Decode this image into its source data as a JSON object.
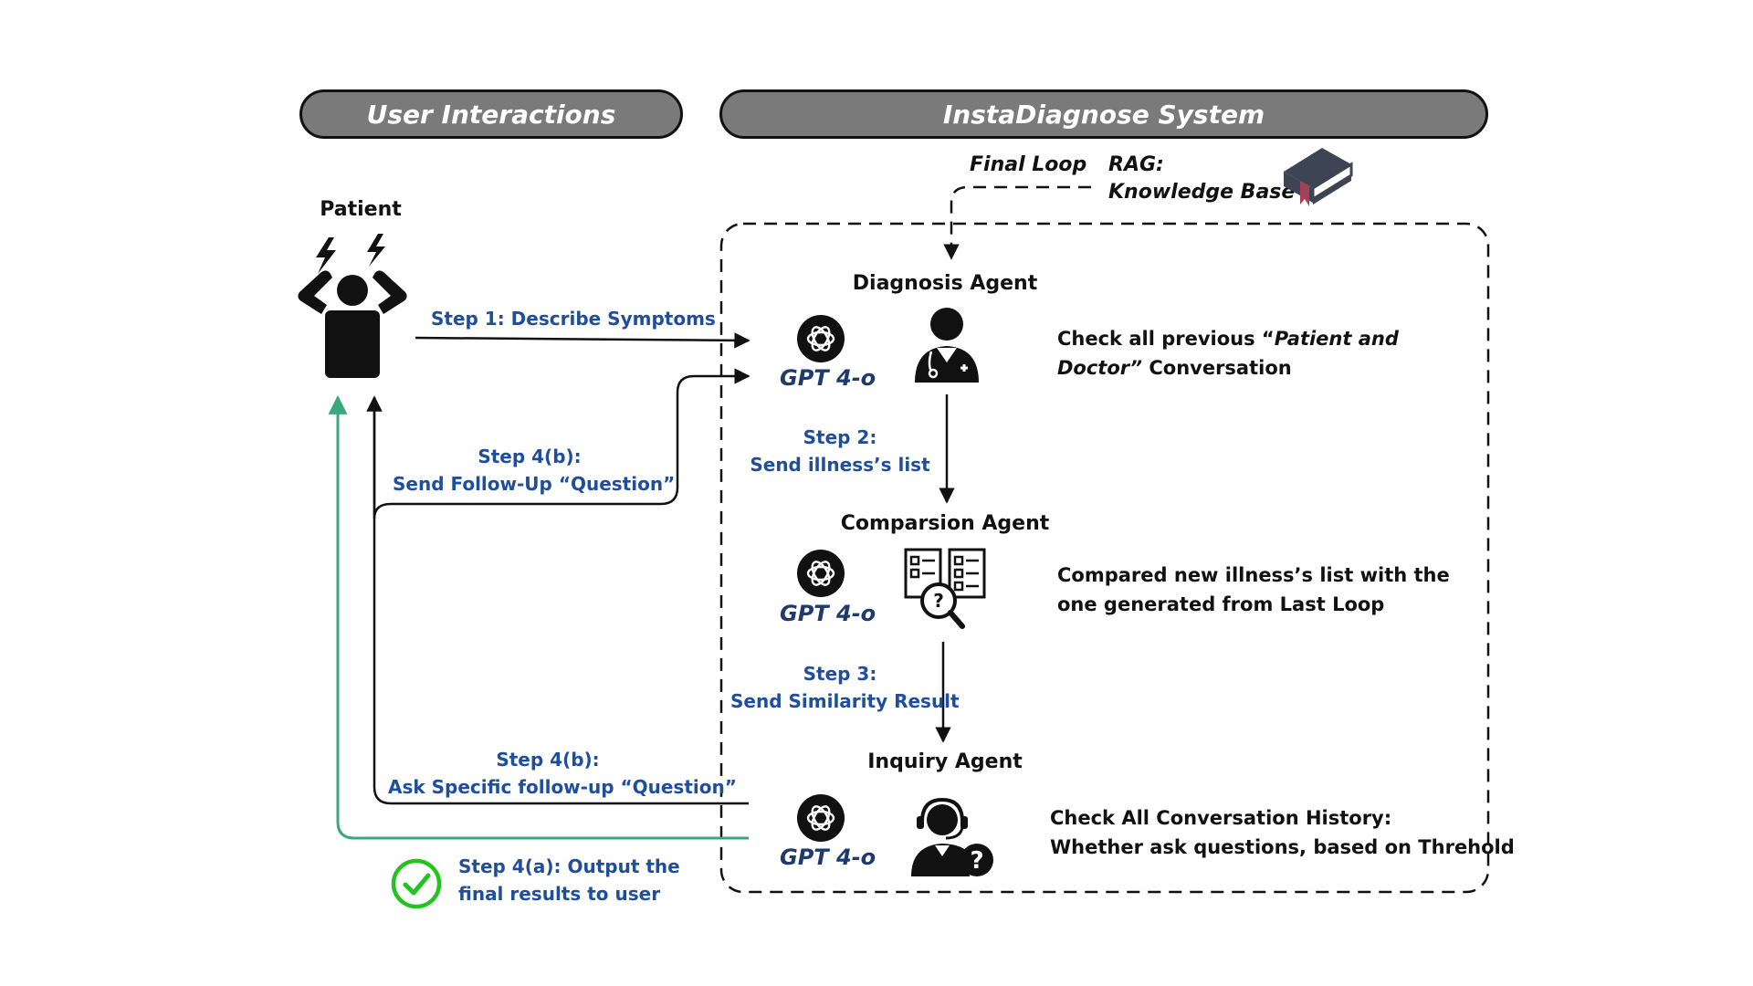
{
  "headers": {
    "user": "User Interactions",
    "system": "InstaDiagnose System"
  },
  "patient": {
    "label": "Patient"
  },
  "rag": {
    "loop": "Final Loop",
    "line1": "RAG:",
    "line2": "Knowledge Base"
  },
  "agents": {
    "diagnosis": {
      "title": "Diagnosis Agent",
      "model": "GPT 4-o",
      "desc_pre": "Check all previous “",
      "desc_em_1": "Patient and",
      "desc_em_2": "Doctor”",
      "desc_post": " Conversation"
    },
    "comparison": {
      "title": "Comparsion Agent",
      "model": "GPT 4-o",
      "desc_1": "Compared new illness’s list with the",
      "desc_2": "one generated from Last Loop"
    },
    "inquiry": {
      "title": "Inquiry Agent",
      "model": "GPT 4-o",
      "desc_1": "Check All Conversation History:",
      "desc_2": "Whether ask questions, based on Threhold"
    }
  },
  "steps": {
    "s1": "Step 1: Describe Symptoms",
    "s2_1": "Step 2:",
    "s2_2": "Send illness’s list",
    "s3_1": "Step 3:",
    "s3_2": "Send Similarity Result",
    "s4b_top_1": "Step 4(b):",
    "s4b_top_2": "Send Follow-Up “Question”",
    "s4b_bot_1": "Step 4(b):",
    "s4b_bot_2": "Ask Specific follow-up “Question”",
    "s4a_1": "Step 4(a): Output the",
    "s4a_2": "final results to user"
  },
  "colors": {
    "step_text": "#1f4e9c",
    "green_arrow": "#3aa87a",
    "check": "#22c51f",
    "header_fill": "#7a7a7a",
    "book_bookmark": "#a5405a"
  },
  "icons": [
    "patient-stress-icon",
    "openai-logo-icon",
    "doctor-icon",
    "checklist-search-icon",
    "support-agent-question-icon",
    "book-icon",
    "check-circle-icon"
  ]
}
